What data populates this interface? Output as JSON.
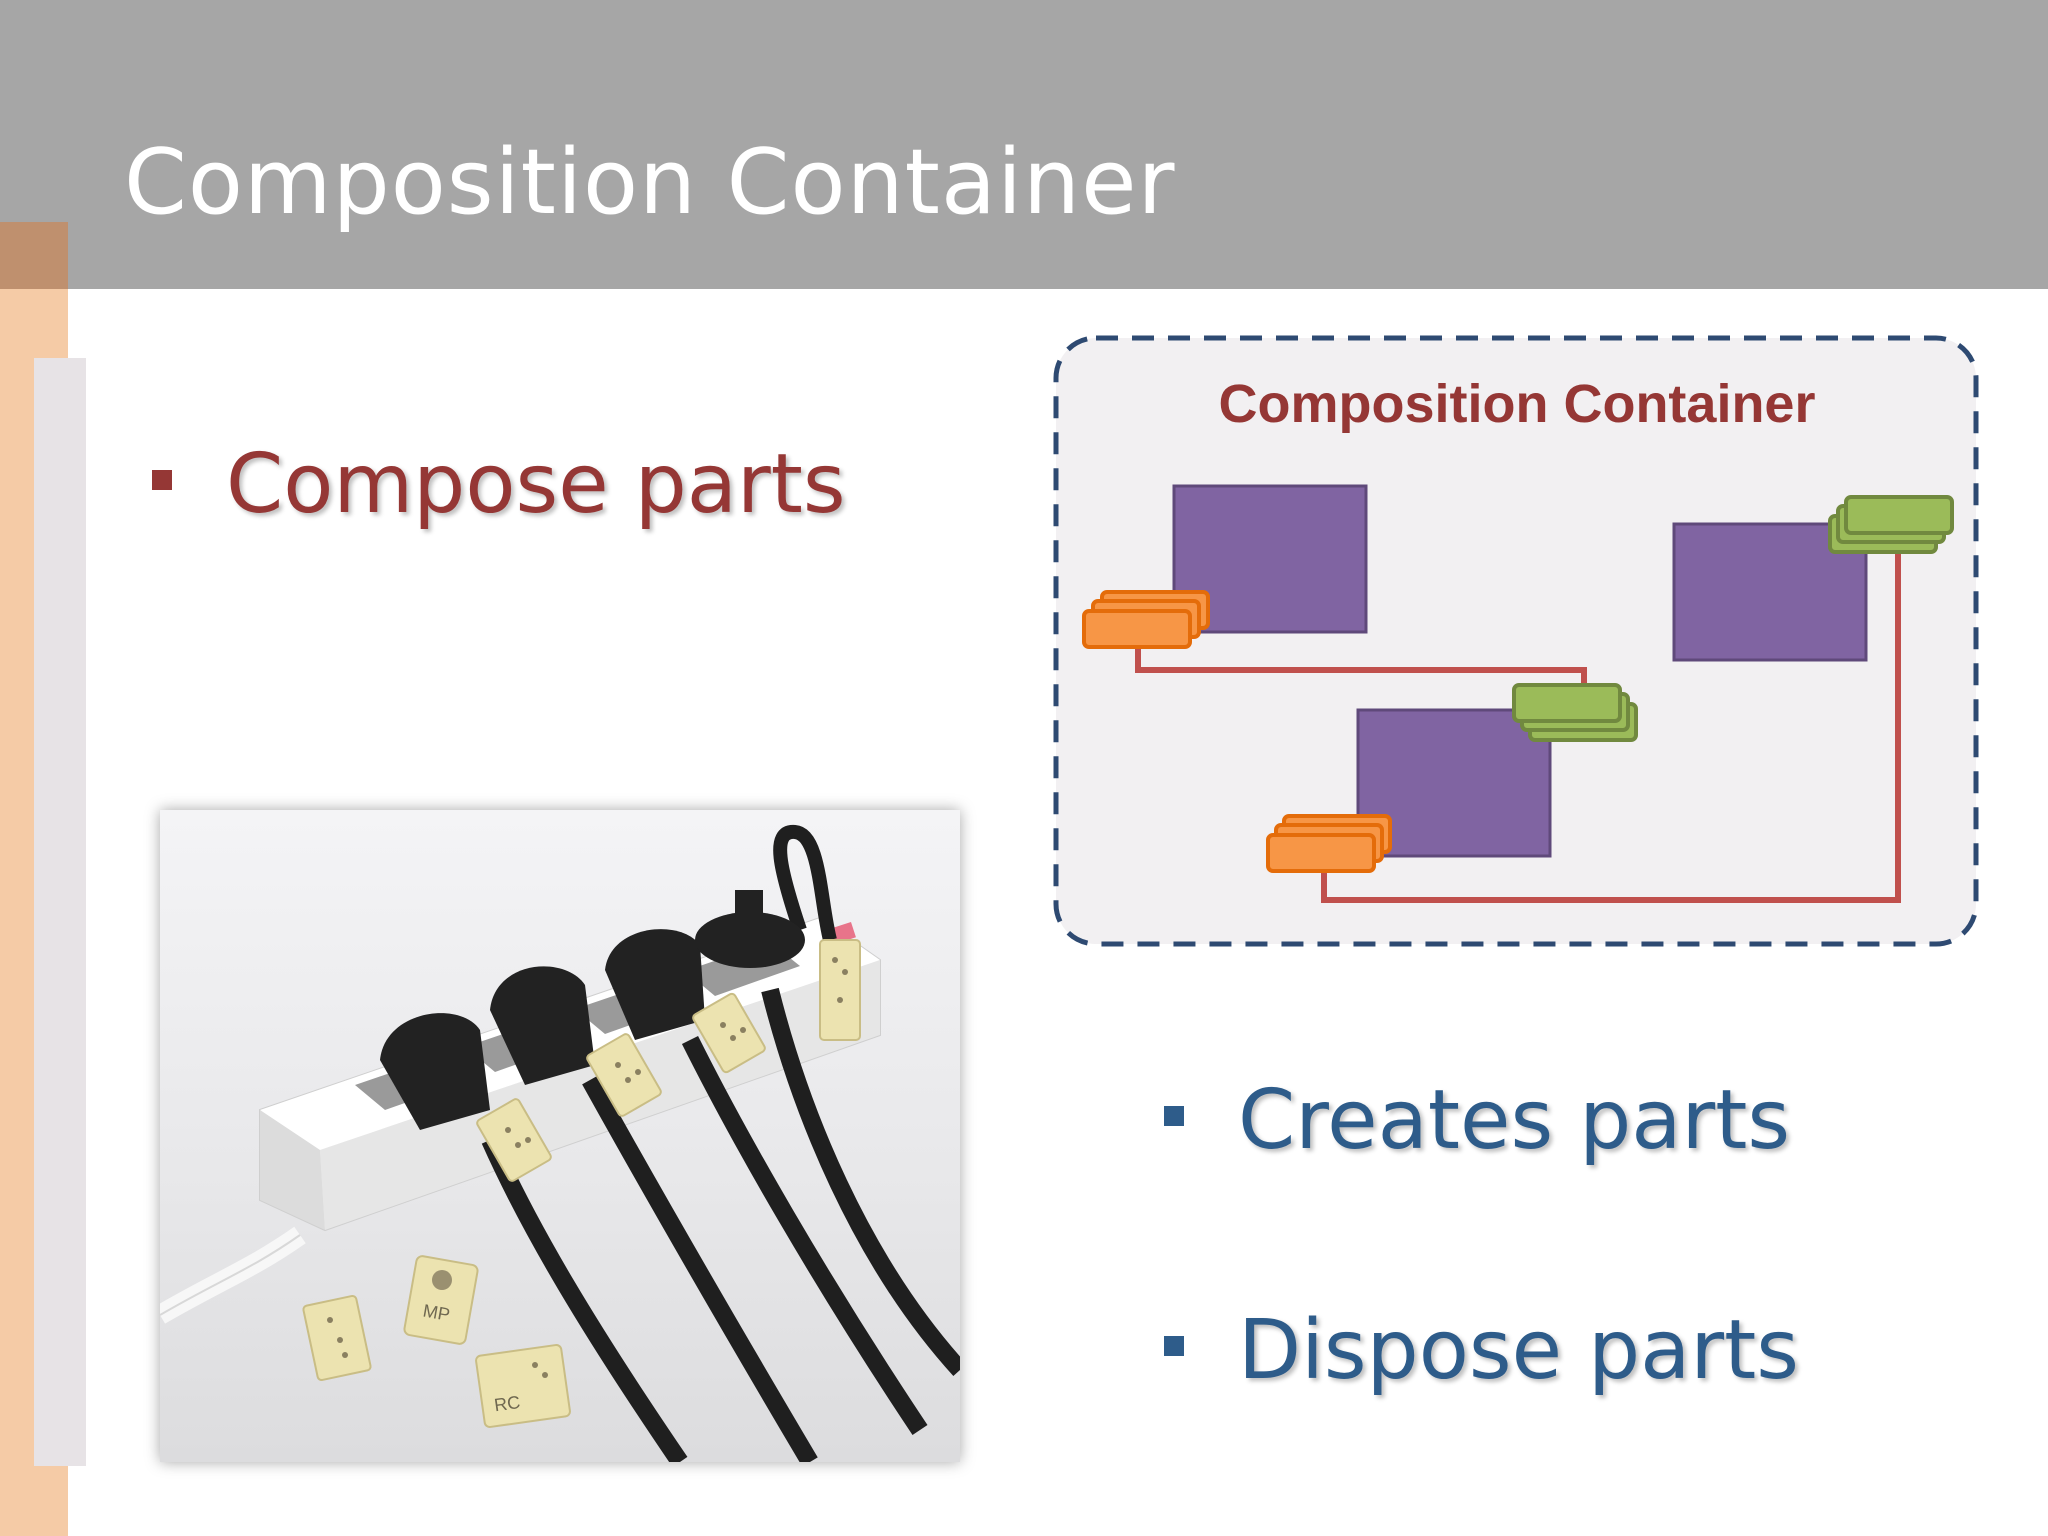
{
  "slide": {
    "title": "Composition Container"
  },
  "bullets": {
    "compose": "Compose parts",
    "creates": "Creates parts",
    "dispose": "Dispose parts"
  },
  "diagram": {
    "title": "Composition Container"
  },
  "photo": {
    "tag_text_1": "MP",
    "tag_text_2": "RC"
  },
  "colors": {
    "header": "#a6a6a6",
    "accent_red": "#953735",
    "accent_blue": "#2e5c8a",
    "part_purple": "#8064a2",
    "import_orange": "#f79646",
    "export_green": "#9bbb59",
    "connector_red": "#c0504d",
    "container_border": "#2e4a72"
  }
}
